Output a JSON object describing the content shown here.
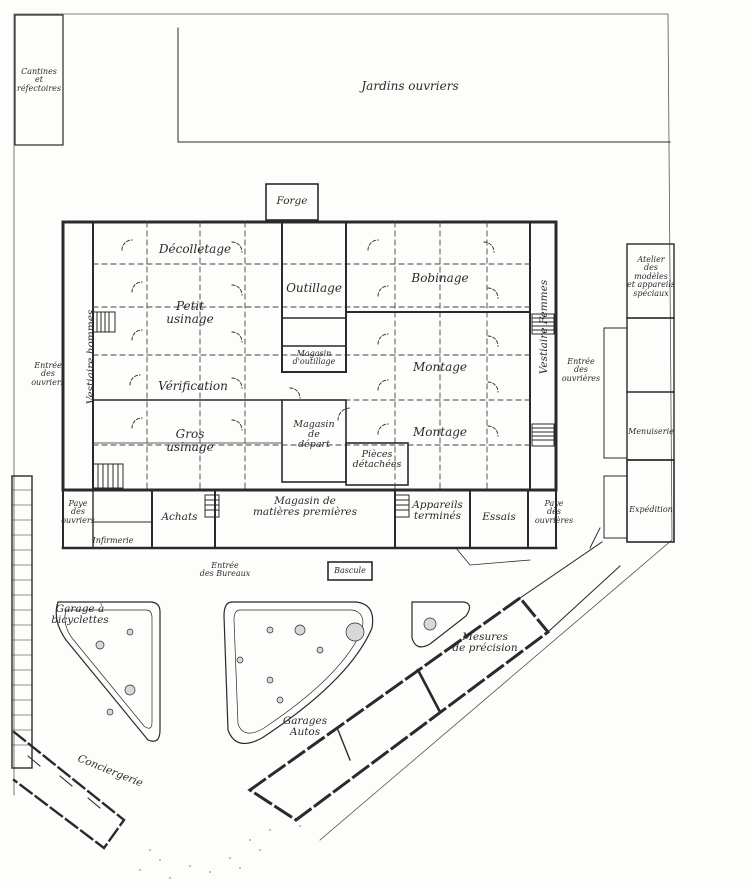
{
  "labels": {
    "cantines": "Cantines\net\nréfectoires",
    "jardins": "Jardins ouvriers",
    "forge": "Forge",
    "decolletage": "Décolletage",
    "petit_usinage": "Petit\nusinage",
    "outillage": "Outillage",
    "bobinage": "Bobinage",
    "magasin_outillage": "Magasin\nd'outillage",
    "verification": "Vérification",
    "montage_1": "Montage",
    "gros_usinage": "Gros\nusinage",
    "magasin_depart": "Magasin\nde\ndépart",
    "pieces_detachees": "Pièces\ndétachées",
    "montage_2": "Montage",
    "vestiaire_hommes": "Vestiaire hommes",
    "vestiaire_femmes": "Vestiaire   Femmes",
    "entree_ouvriers_left": "Entrée\ndes\nouvriers",
    "entree_ouvrieres_right": "Entrée\ndes\nouvrières",
    "atelier_modeles": "Atelier\ndes modèles\net appareils\nspéciaux",
    "menuiserie": "Menuiserie",
    "expedition": "Expédition",
    "paye_left": "Paye\ndes\nouvriers",
    "paye_right": "Paye\ndes\nouvrières",
    "infirmerie": "Infirmerie",
    "achats": "Achats",
    "magasin_matieres": "Magasin de\nmatières premières",
    "appareils_termines": "Appareils\nterminés",
    "essais": "Essais",
    "entree_bureaux": "Entrée\ndes Bureaux",
    "bascule": "Bascule",
    "garage_bicyclettes": "Garage à\nbicyclettes",
    "garages_autos": "Garages\nAutos",
    "mesures_precision": "Mesures\nde précision",
    "conciergerie": "Conciergerie"
  },
  "colors": {
    "ink": "#2a2a2a",
    "paper": "#fdfdfb",
    "shade": "#8a8a8a"
  }
}
